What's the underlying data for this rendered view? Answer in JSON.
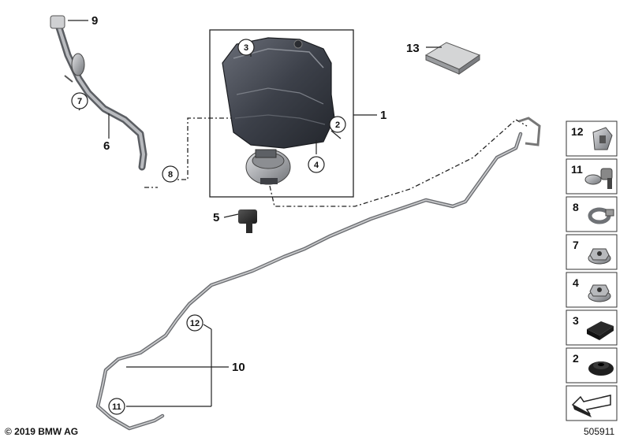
{
  "callouts": {
    "c1": "1",
    "c2": "2",
    "c3": "3",
    "c4": "4",
    "c5": "5",
    "c6": "6",
    "c7": "7",
    "c8": "8",
    "c9": "9",
    "c10": "10",
    "c11": "11",
    "c12": "12",
    "c13": "13"
  },
  "side_panel": [
    {
      "label": "12",
      "icon": "cable-clip-icon"
    },
    {
      "label": "11",
      "icon": "bracket-clamp-icon"
    },
    {
      "label": "8",
      "icon": "hose-clamp-icon"
    },
    {
      "label": "7",
      "icon": "collar-nut-icon"
    },
    {
      "label": "4",
      "icon": "hex-nut-icon"
    },
    {
      "label": "3",
      "icon": "foam-pad-icon"
    },
    {
      "label": "2",
      "icon": "grommet-icon"
    },
    {
      "label": "",
      "icon": "arrow-orientation-icon"
    }
  ],
  "footer": {
    "copyright": "© 2019 BMW AG",
    "diagram_number": "505911"
  }
}
